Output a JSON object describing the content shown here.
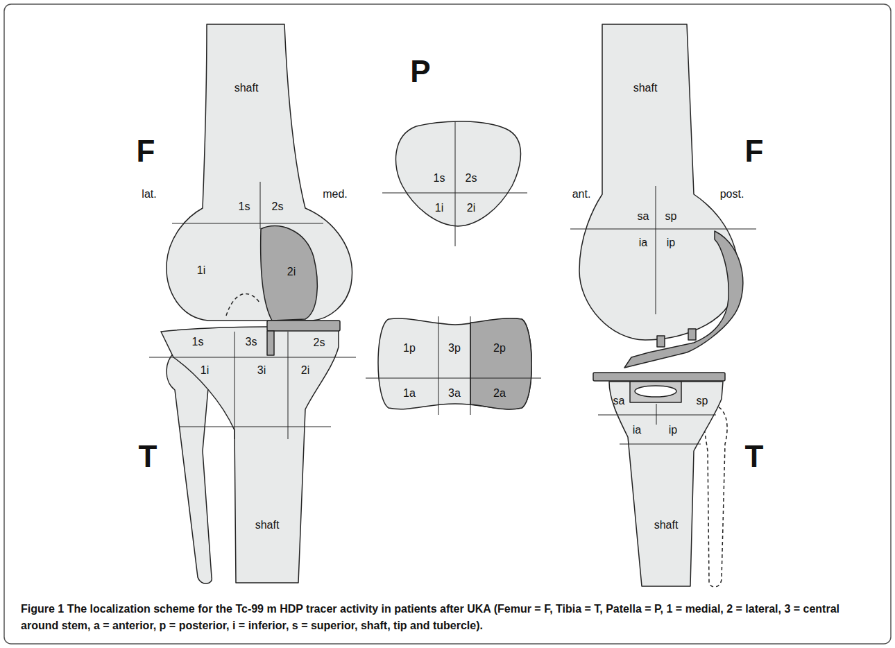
{
  "diagram": {
    "caption": "Figure 1 The localization scheme for the Tc-99 m HDP tracer activity in patients after UKA (Femur = F, Tibia = T, Patella = P, 1 = medial, 2 = lateral, 3 = central around stem, a = anterior, p = posterior, i = inferior, s = superior, shaft, tip and tubercle).",
    "labels": [
      "F",
      "lat.",
      "med.",
      "shaft",
      "1s",
      "2s",
      "1i",
      "2i",
      "1s",
      "3s",
      "2s",
      "1i",
      "3i",
      "2i",
      "T",
      "shaft",
      "P",
      "1s",
      "2s",
      "1i",
      "2i",
      "1p",
      "3p",
      "2p",
      "1a",
      "3a",
      "2a",
      "F",
      "ant.",
      "post.",
      "shaft",
      "sa",
      "sp",
      "ia",
      "ip",
      "sa",
      "sp",
      "ia",
      "ip",
      "T",
      "shaft"
    ]
  }
}
